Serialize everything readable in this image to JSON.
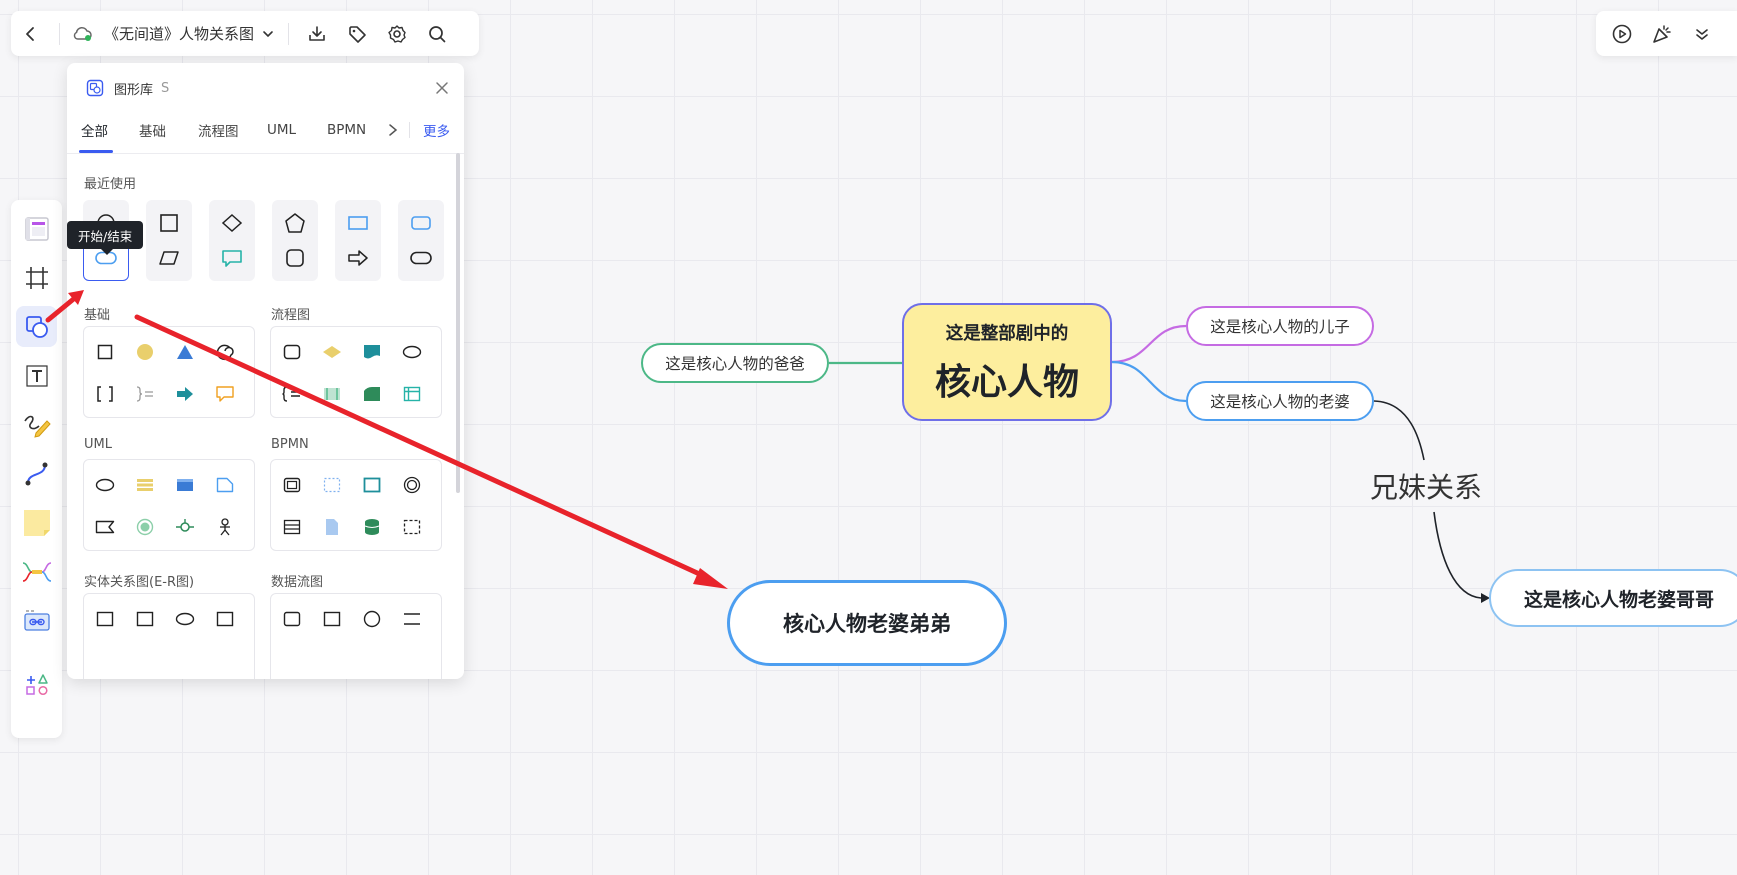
{
  "toolbar": {
    "doc_title": "《无间道》人物关系图",
    "icons": [
      "back-icon",
      "cloud-sync-icon",
      "chevron-down-icon",
      "download-icon",
      "tag-icon",
      "settings-icon",
      "search-icon"
    ]
  },
  "top_right": {
    "icons": [
      "play-icon",
      "celebrate-icon",
      "chevron-down-icon"
    ]
  },
  "rail": {
    "icons": [
      "template-icon",
      "frame-icon",
      "shape-icon",
      "text-icon",
      "pen-icon",
      "connector-icon",
      "sticky-note-icon",
      "mindmap-icon",
      "link-card-icon",
      "more-apps-icon"
    ]
  },
  "shape_panel": {
    "title": "图形库",
    "shortcut": "S",
    "tabs": [
      "全部",
      "基础",
      "流程图",
      "UML",
      "BPMN"
    ],
    "active_tab": "全部",
    "more_label": "更多",
    "recent_title": "最近使用",
    "basic_title": "基础",
    "flowchart_title": "流程图",
    "uml_title": "UML",
    "bpmn_title": "BPMN",
    "er_title": "实体关系图(E-R图)",
    "dataflow_title": "数据流图",
    "tooltip": "开始/结束"
  },
  "mindmap": {
    "center_sub": "这是整部剧中的",
    "center_main": "核心人物",
    "left_node": "这是核心人物的爸爸",
    "son_node": "这是核心人物的儿子",
    "wife_node": "这是核心人物的老婆",
    "relation_label": "兄妹关系",
    "brother_node": "这是核心人物老婆哥哥",
    "new_node": "核心人物老婆弟弟",
    "colors": {
      "center_border": "#6f6fe8",
      "center_fill": "#fdee9e",
      "father_branch": "#4cb887",
      "son_branch": "#c56be3",
      "wife_branch": "#4c9ef0",
      "annotation_arrow": "#e8232b"
    }
  }
}
